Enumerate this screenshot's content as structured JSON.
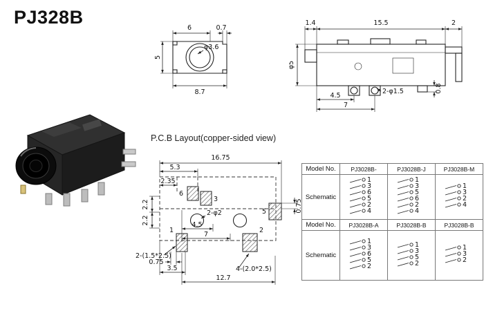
{
  "title": "PJ328B",
  "pcb_section_label": "P.C.B Layout(copper-sided view)",
  "top_view": {
    "width_top": "6",
    "step": "0.7",
    "hole_dia": "φ3.6",
    "height": "5",
    "width_bottom": "8.7"
  },
  "side_view": {
    "left_tab": "1.4",
    "body_len": "15.5",
    "right_tab": "2",
    "barrel_dia": "φ5",
    "pin_offset1": "4.5",
    "pin_offset2": "7",
    "peg_note": "2-φ1.5",
    "step": "0.8"
  },
  "pcb_layout": {
    "total_width": "16.75",
    "dim_53": "5.3",
    "dim_235": "2.35",
    "dim_22a": "2.2",
    "dim_22b": "2.2",
    "dim_075_right": "0.75",
    "dim_45": "4.5",
    "dim_7": "7",
    "hole_note": "2-φ2",
    "pad_6": "6",
    "pad_3": "3",
    "pad_1": "1",
    "pad_5": "5",
    "pad_2": "2",
    "slot_note": "2-(1.5*2.5)",
    "dim_075_bottom": "0.75",
    "dim_35": "3.5",
    "dim_127": "12.7",
    "pad_note": "4-(2.0*2.5)"
  },
  "table": {
    "model_label": "Model No.",
    "schematic_label": "Schematic",
    "sections": [
      {
        "models": [
          "PJ3028B-",
          "PJ3028B-J",
          "PJ3028B-M"
        ],
        "pins": [
          [
            "1",
            "3",
            "6",
            "5",
            "2",
            "4"
          ],
          [
            "1",
            "3",
            "5",
            "6",
            "2",
            "4"
          ],
          [
            "1",
            "3",
            "2",
            "4"
          ]
        ]
      },
      {
        "models": [
          "PJ3028B-A",
          "PJ3028B-B",
          "PJ3028B-B"
        ],
        "pins": [
          [
            "1",
            "3",
            "6",
            "5",
            "2"
          ],
          [
            "1",
            "3",
            "5",
            "2"
          ],
          [
            "1",
            "3",
            "2"
          ]
        ]
      }
    ]
  }
}
